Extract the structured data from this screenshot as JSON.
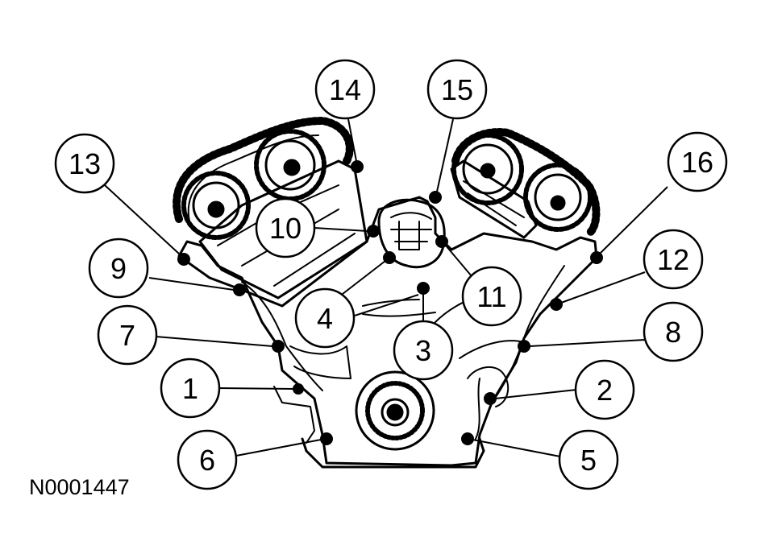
{
  "figure_id": "N0001447",
  "callouts": [
    {
      "label": "1"
    },
    {
      "label": "2"
    },
    {
      "label": "3"
    },
    {
      "label": "4"
    },
    {
      "label": "5"
    },
    {
      "label": "6"
    },
    {
      "label": "7"
    },
    {
      "label": "8"
    },
    {
      "label": "9"
    },
    {
      "label": "10"
    },
    {
      "label": "11"
    },
    {
      "label": "12"
    },
    {
      "label": "13"
    },
    {
      "label": "14"
    },
    {
      "label": "15"
    },
    {
      "label": "16"
    }
  ],
  "colors": {
    "line": "#000000",
    "background": "#ffffff"
  }
}
